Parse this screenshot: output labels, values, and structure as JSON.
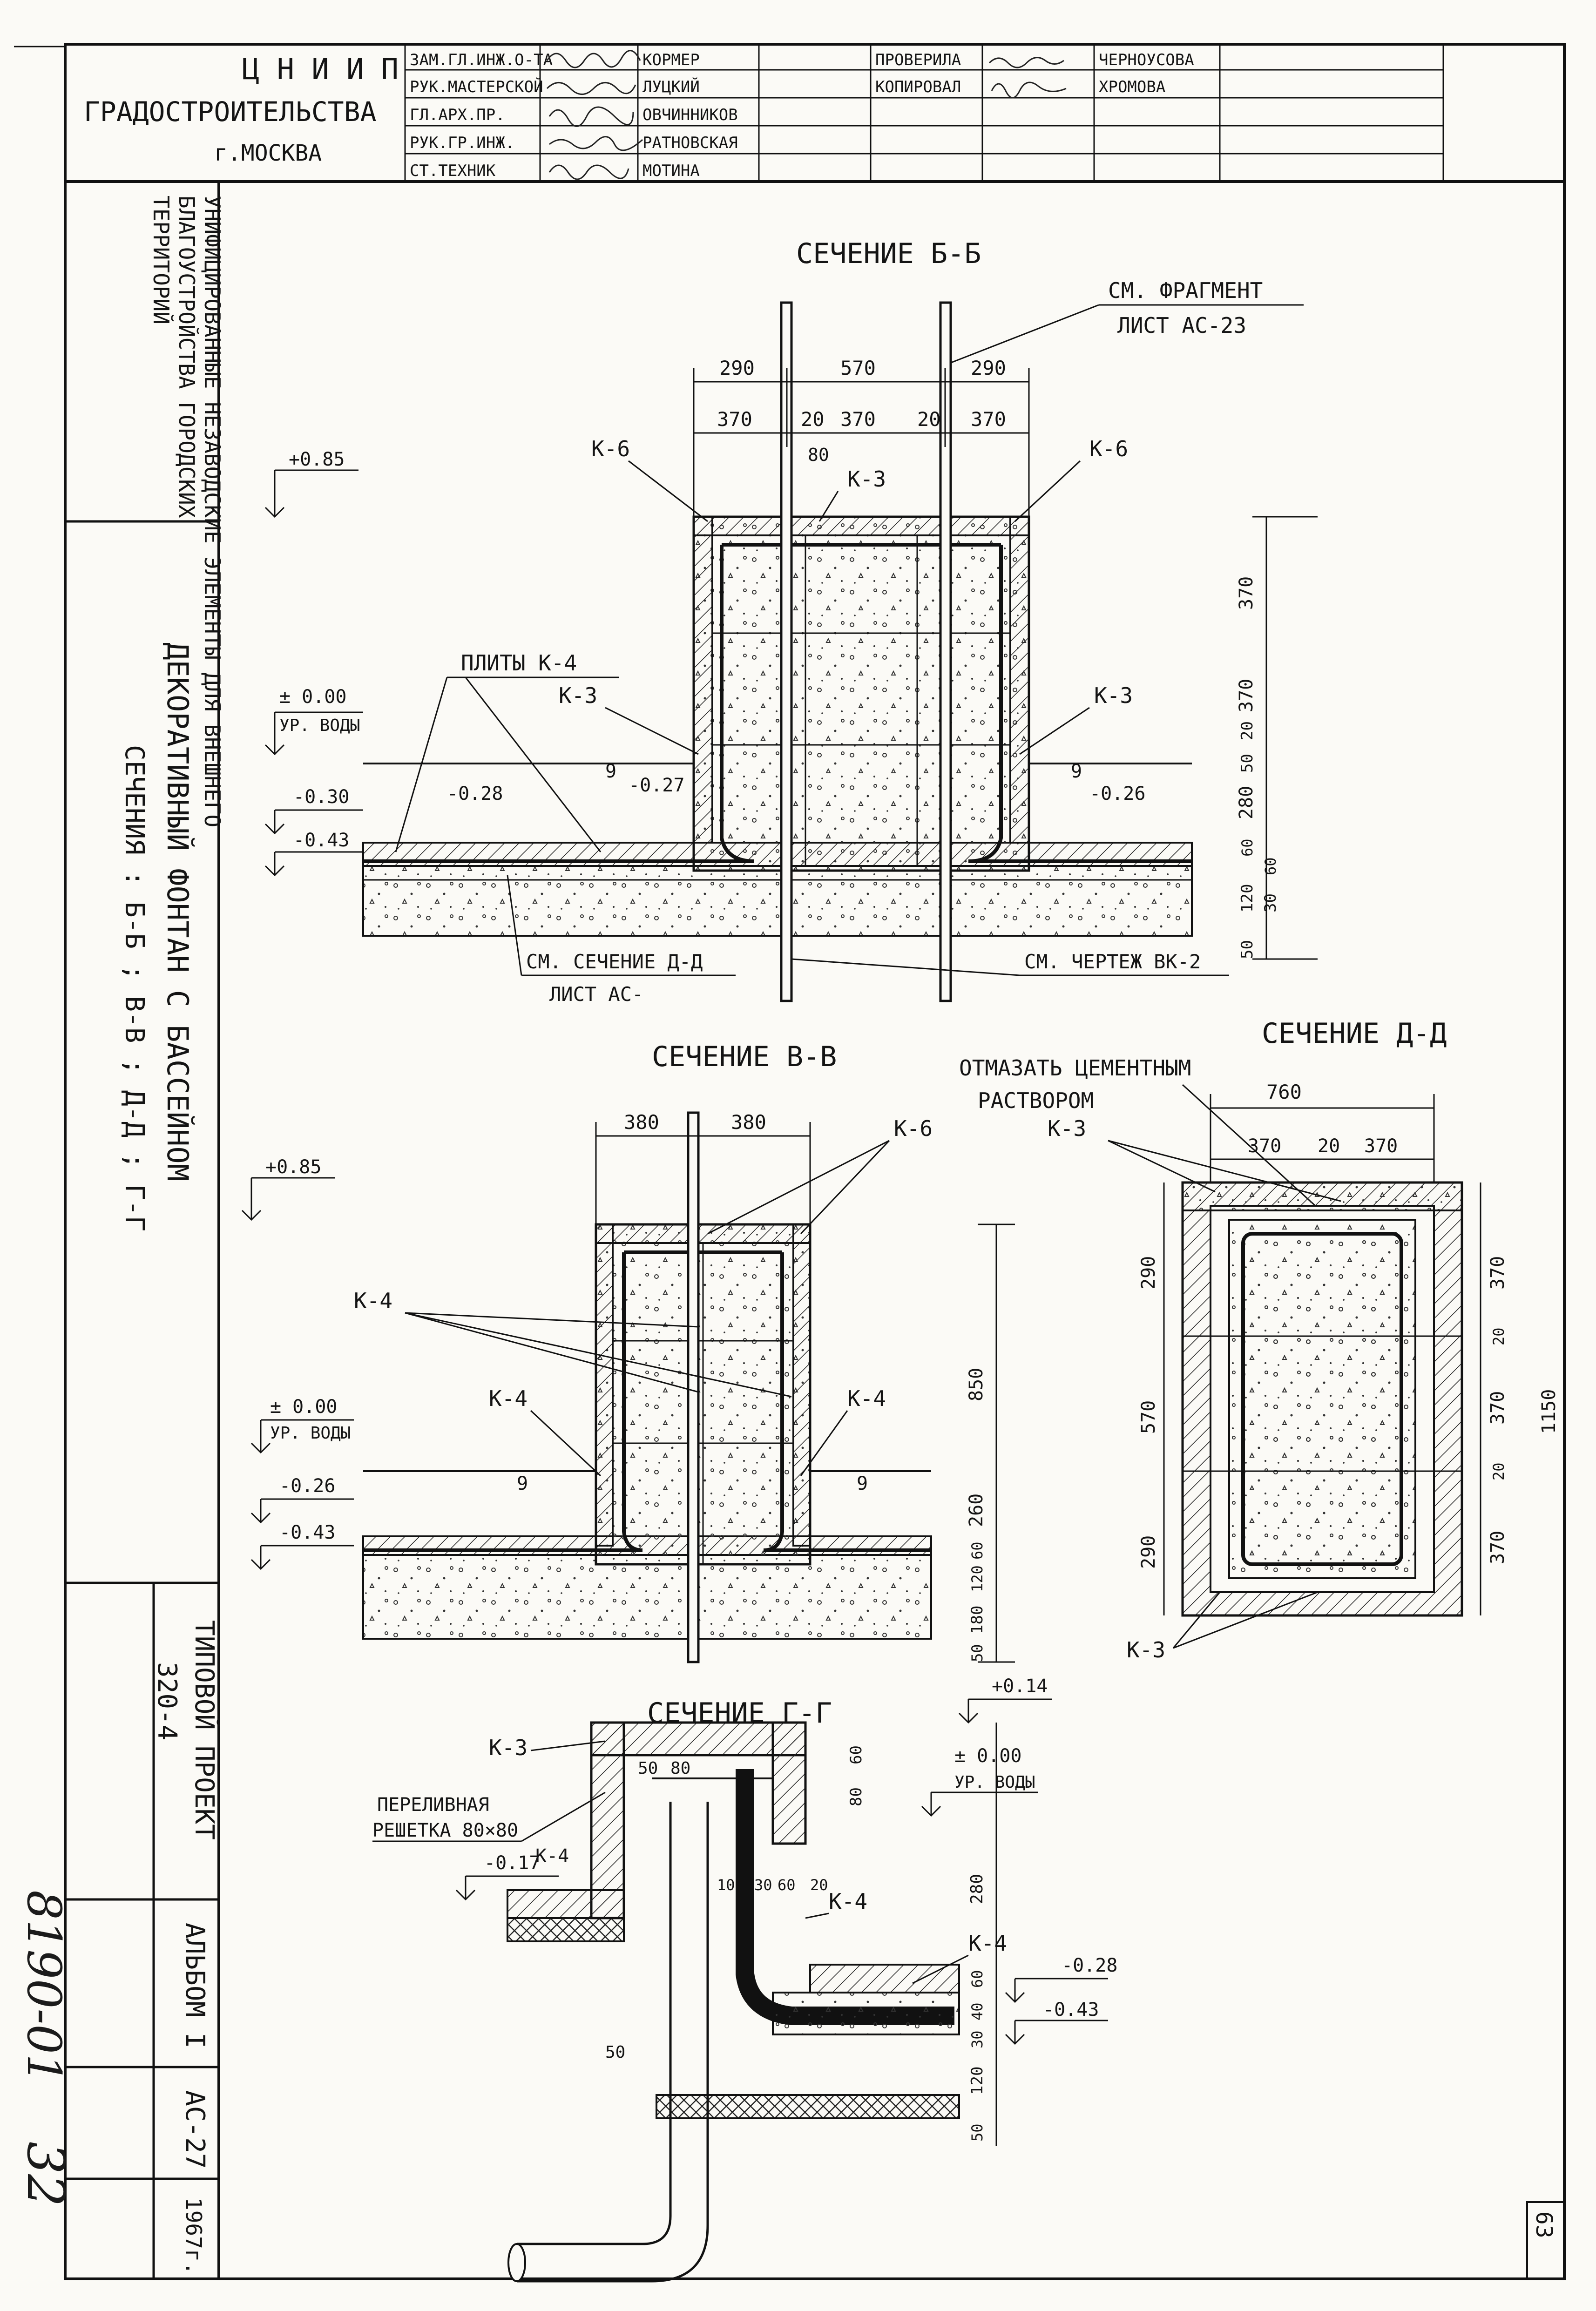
{
  "title_block": {
    "org_line1": "Ц Н И И П",
    "org_line2": "ГРАДОСТРОИТЕЛЬСТВА",
    "org_line3": "г.МОСКВА",
    "roles": [
      {
        "role": "ЗАМ.ГЛ.ИНЖ.О-ТА",
        "name": "КОРМЕР"
      },
      {
        "role": "РУК.МАСТЕРСКОЙ",
        "name": "ЛУЦКИЙ"
      },
      {
        "role": "ГЛ.АРХ.ПР.",
        "name": "ОВЧИННИКОВ"
      },
      {
        "role": "РУК.ГР.ИНЖ.",
        "name": "РАТНОВСКАЯ"
      },
      {
        "role": "СТ.ТЕХНИК",
        "name": "МОТИНА"
      }
    ],
    "checks": [
      {
        "role": "ПРОВЕРИЛА",
        "name": "ЧЕРНОУСОВА"
      },
      {
        "role": "КОПИРОВАЛ",
        "name": "ХРОМОВА"
      }
    ]
  },
  "side_column": {
    "project_title": [
      "УНИФИЦИРОВАННЫЕ НЕЗАВОДСКИЕ ЭЛЕМЕНТЫ ДЛЯ ВНЕШНЕГО",
      "БЛАГОУСТРОЙСТВА ГОРОДСКИХ",
      "ТЕРРИТОРИЙ"
    ],
    "sheet_title": [
      "ДЕКОРАТИВНЫЙ ФОНТАН С БАССЕЙНОМ",
      "СЕЧЕНИЯ : Б-Б ; В-В ; Д-Д ; Г-Г"
    ],
    "project_number": [
      "ТИПОВОЙ ПРОЕКТ",
      "320-4"
    ],
    "album": "АЛЬБОМ I",
    "sheet_code": "АС-27",
    "year": "1967г."
  },
  "handwritten": {
    "archive_number": "8190-01",
    "page_number": "32"
  },
  "page_marker": "63",
  "sections": {
    "bb": {
      "title": "СЕЧЕНИЕ Б-Б",
      "note_ref": [
        "СМ. ФРАГМЕНТ",
        "ЛИСТ АС-23"
      ],
      "dims_top": [
        "290",
        "570",
        "290"
      ],
      "dims_second": [
        "370",
        "20",
        "370",
        "20",
        "370"
      ],
      "dim_80": "80",
      "dims_right": [
        "370",
        "370",
        "20",
        "50",
        "280",
        "60",
        "60",
        "120",
        "30",
        "50"
      ],
      "level_top": "+0.85",
      "level_water": "± 0.00",
      "water_label": "УР. ВОДЫ",
      "level_left_1": "-0.30",
      "level_left_2": "-0.43",
      "level_inner_1": "-0.28",
      "level_inner_2": "-0.27",
      "level_right": "-0.26",
      "water_mark": "9",
      "k6": "К-6",
      "k3": "К-3",
      "tiles_note": "ПЛИТЫ К-4",
      "note_dd": [
        "СМ. СЕЧЕНИЕ Д-Д",
        "ЛИСТ АС-"
      ],
      "note_vk": "СМ. ЧЕРТЕЖ ВК-2"
    },
    "vv": {
      "title": "СЕЧЕНИЕ В-В",
      "dims_top": [
        "380",
        "380"
      ],
      "dims_right": [
        "850",
        "260",
        "60",
        "120",
        "180",
        "50"
      ],
      "level_top": "+0.85",
      "level_water": "± 0.00",
      "water_label": "УР. ВОДЫ",
      "level_1": "-0.26",
      "level_2": "-0.43",
      "water_mark": "9",
      "k4": "К-4",
      "k6": "К-6"
    },
    "dd": {
      "title": "СЕЧЕНИЕ Д-Д",
      "note": [
        "ОТМАЗАТЬ ЦЕМЕНТНЫМ",
        "РАСТВОРОМ"
      ],
      "dims_top": [
        "760"
      ],
      "dims_second": [
        "370",
        "20",
        "370"
      ],
      "dims_left": [
        "290",
        "570",
        "290"
      ],
      "dims_right": [
        "370",
        "20",
        "370",
        "20",
        "370"
      ],
      "total_right": "1150",
      "k3": "К-3"
    },
    "gg": {
      "title": "СЕЧЕНИЕ Г-Г",
      "level_top": "+0.14",
      "level_water": "± 0.00",
      "water_label": "УР. ВОДЫ",
      "level_left": "-0.17",
      "level_right_1": "-0.28",
      "level_right_2": "-0.43",
      "grate": [
        "ПЕРЕЛИВНАЯ",
        "РЕШЕТКА 80×80"
      ],
      "k3": "К-3",
      "k4": "К-4",
      "dims": [
        "50",
        "80",
        "10",
        "30",
        "60",
        "20",
        "50"
      ],
      "dims_left": [
        "60",
        "80"
      ],
      "dims_right": [
        "280",
        "60",
        "40",
        "30",
        "120",
        "50"
      ]
    }
  }
}
